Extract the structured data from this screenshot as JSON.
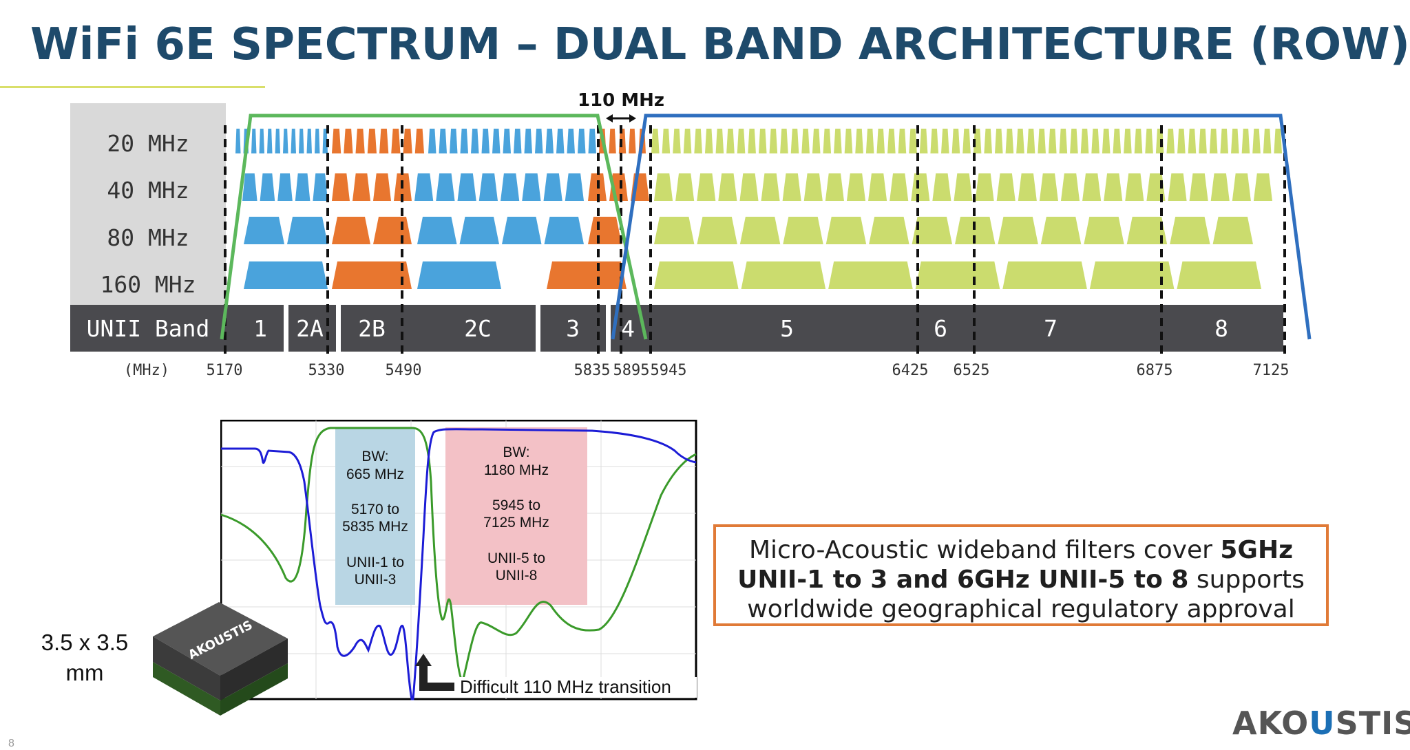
{
  "title": "WiFi 6E SPECTRUM – DUAL BAND ARCHITECTURE (ROW)",
  "spectrum": {
    "rows": [
      "20 MHz",
      "40 MHz",
      "80 MHz",
      "160 MHz"
    ],
    "band_row_label": "UNII Band",
    "unit_label": "(MHz)",
    "gap_label": "110 MHz",
    "bands": [
      "1",
      "2A",
      "2B",
      "2C",
      "3",
      "4",
      "5",
      "6",
      "7",
      "8"
    ],
    "freqs": [
      "5170",
      "5330",
      "5490",
      "5835",
      "5895",
      "5945",
      "6425",
      "6525",
      "6875",
      "7125"
    ],
    "colors": {
      "blue": "#4aa3dc",
      "orange": "#e8762f",
      "lime": "#cbdc6e",
      "green_filter": "#5cb85c",
      "blue_filter": "#2f6fbf",
      "band_bar": "#4a4a4e",
      "row_label_bg": "#d9d9d9"
    }
  },
  "plot": {
    "box1": {
      "line1": "BW:",
      "line2": "665 MHz",
      "line3": "5170 to",
      "line4": "5835 MHz",
      "line5": "UNII-1 to",
      "line6": "UNII-3"
    },
    "box2": {
      "line1": "BW:",
      "line2": "1180 MHz",
      "line3": "5945 to",
      "line4": "7125 MHz",
      "line5": "UNII-5 to",
      "line6": "UNII-8"
    },
    "transition": "Difficult 110 MHz transition",
    "colors": {
      "box1": "#b9d6e4",
      "box2": "#f3c1c6",
      "trace_blue": "#1c1cd6",
      "trace_green": "#3a9a2a"
    }
  },
  "chip": {
    "size_line1": "3.5 x 3.5",
    "size_line2": "mm",
    "brand": "AKOUSTIS"
  },
  "callout": {
    "t1": "Micro-Acoustic wideband filters cover ",
    "b1": "5GHz UNII-1 to 3 and 6GHz UNII-5 to 8",
    "t2": " supports worldwide geographical regulatory approval"
  },
  "logo": {
    "pre": "AKO",
    "u": "U",
    "post": "STIS"
  },
  "page_number": "8"
}
